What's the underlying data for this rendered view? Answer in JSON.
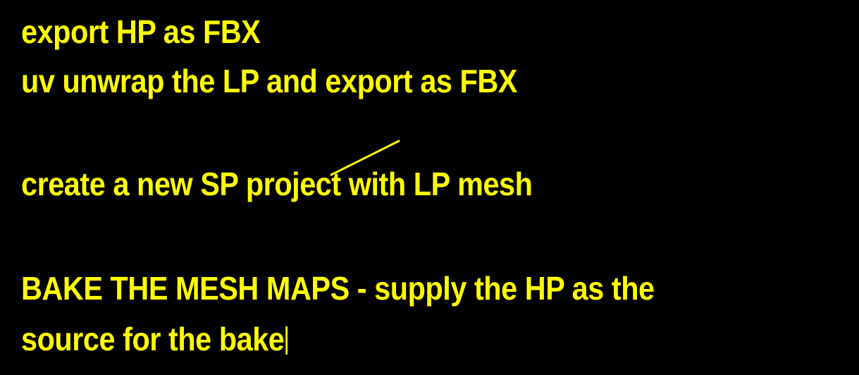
{
  "notes": {
    "lines": [
      "export HP as FBX",
      "uv unwrap the LP and export as FBX",
      "create a new SP project with LP mesh",
      "BAKE THE MESH MAPS - supply the HP as the",
      "source for the bake"
    ]
  },
  "colors": {
    "background": "#000000",
    "text": "#ffff00"
  }
}
